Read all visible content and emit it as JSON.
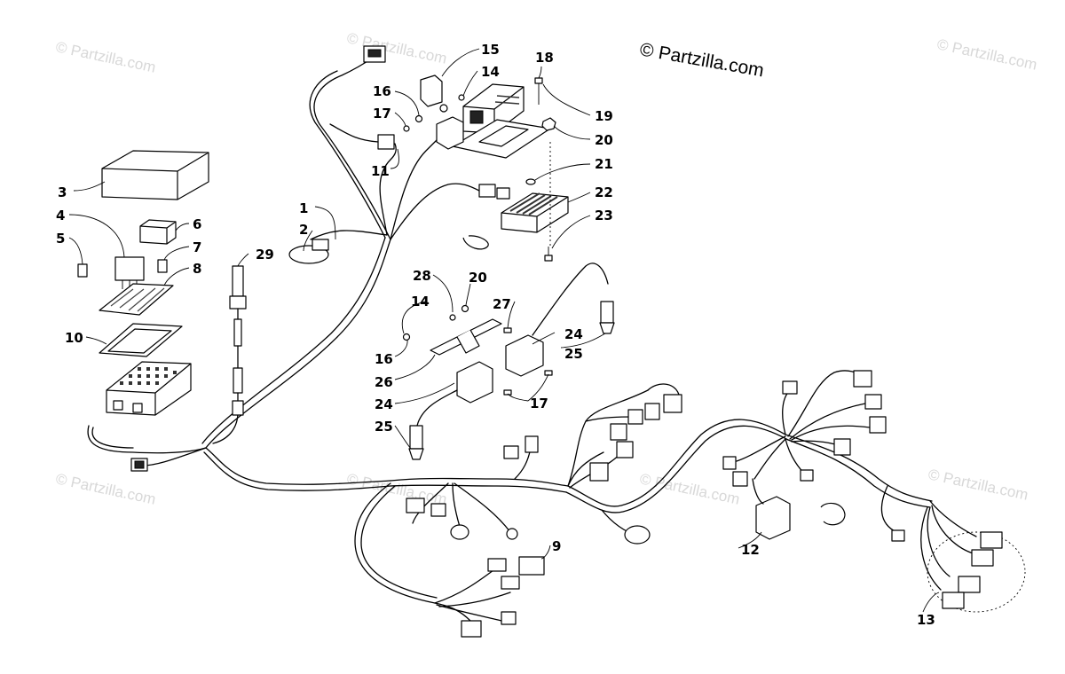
{
  "copyright": "© Partzilla.com",
  "watermark": "© Partzilla.com",
  "callouts": [
    "1",
    "2",
    "3",
    "4",
    "5",
    "6",
    "7",
    "8",
    "9",
    "10",
    "11",
    "12",
    "13",
    "14",
    "15",
    "16",
    "17",
    "18",
    "19",
    "20",
    "21",
    "22",
    "23",
    "24",
    "25",
    "26",
    "27",
    "28",
    "29",
    "14",
    "16",
    "17",
    "20",
    "24",
    "25"
  ]
}
